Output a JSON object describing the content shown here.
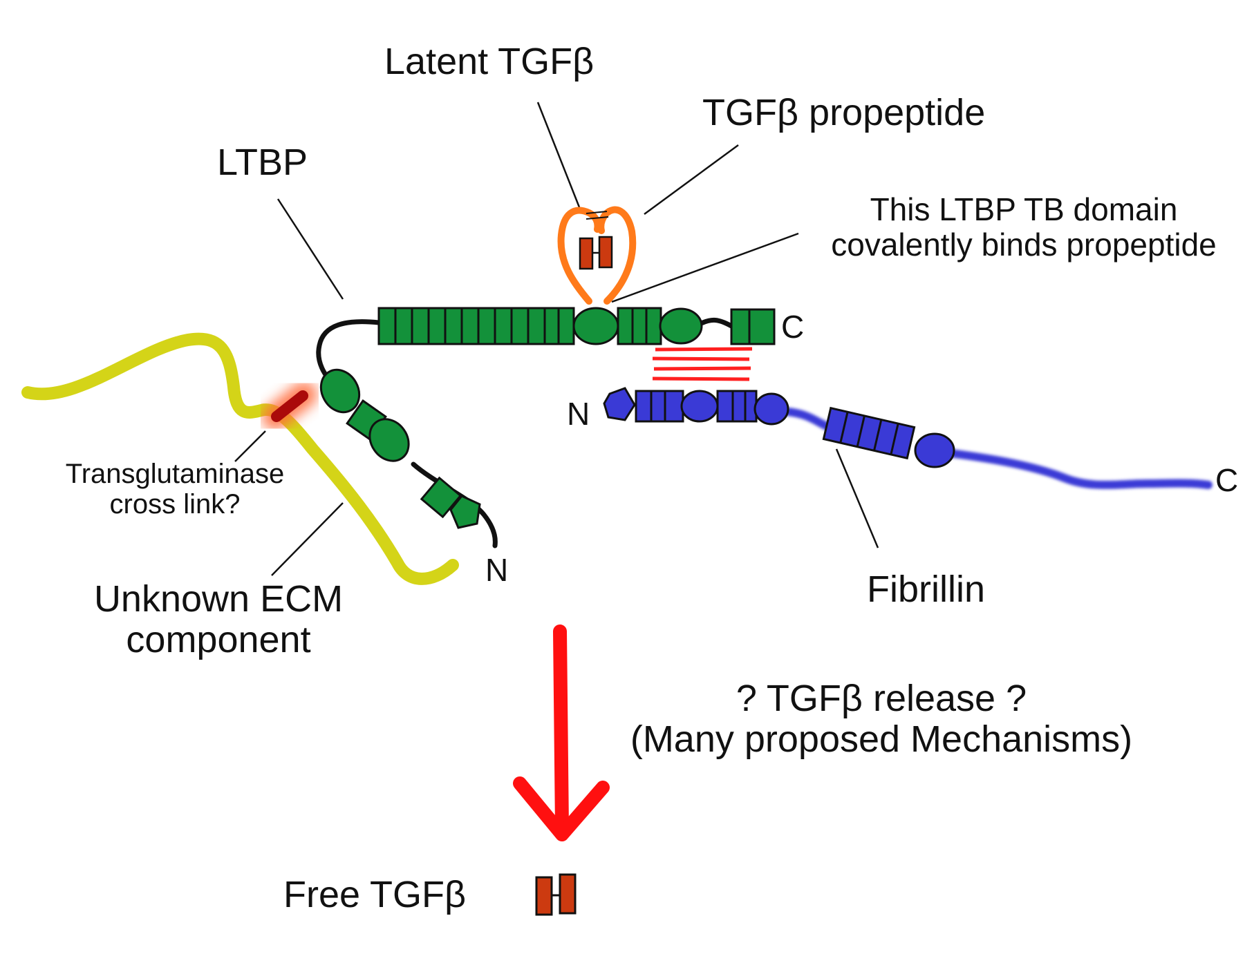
{
  "labels": {
    "latent_tgfb": "Latent TGFβ",
    "tgfb_propeptide": "TGFβ propeptide",
    "ltbp": "LTBP",
    "tb_domain_line1": "This LTBP TB domain",
    "tb_domain_line2": "covalently binds propeptide",
    "ltbp_c_term": "C",
    "ltbp_n_term": "N",
    "fibrillin_n_term": "N",
    "fibrillin_c_term": "C",
    "transglutaminase_line1": "Transglutaminase",
    "transglutaminase_line2": "cross link?",
    "ecm_line1": "Unknown ECM",
    "ecm_line2": "component",
    "fibrillin": "Fibrillin",
    "release_line1": "? TGFβ release ?",
    "release_line2": "(Many proposed Mechanisms)",
    "free_tgfb": "Free TGFβ"
  },
  "colors": {
    "ltbp_domain": "#13913a",
    "fibrillin_domain": "#3a3ad6",
    "propeptide": "#ff7a1a",
    "tgfb": "#cc3a10",
    "ecm": "#d4d418",
    "crosslink": "#aa0a0a",
    "fibrillin_binding": "#ff2020",
    "release_arrow": "#ff1010",
    "outline": "#111111"
  }
}
